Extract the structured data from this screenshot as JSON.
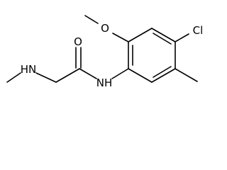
{
  "molecule": {
    "atoms": {
      "methoxy_oxygen": "O",
      "chlorine": "Cl",
      "amide_oxygen": "O",
      "amine_nitrogen": "HN",
      "amide_nitrogen": "NH"
    }
  }
}
